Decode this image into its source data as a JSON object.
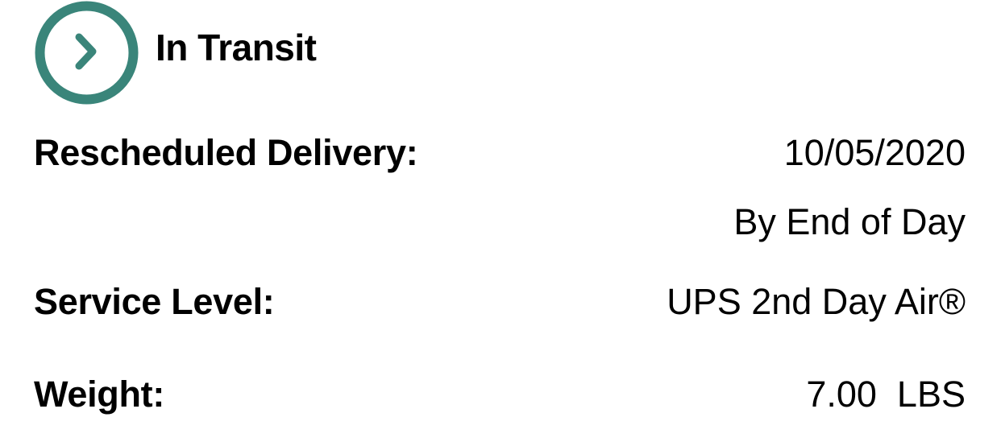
{
  "status": {
    "icon": "chevron-right-circle-icon",
    "title": "In Transit",
    "accent_color": "#3a857a"
  },
  "details": {
    "rescheduled_delivery": {
      "label": "Rescheduled Delivery:",
      "date": "10/05/2020",
      "time": "By End of Day"
    },
    "service_level": {
      "label": "Service Level:",
      "value": "UPS 2nd Day Air®"
    },
    "weight": {
      "label": "Weight:",
      "value": "7.00  LBS"
    }
  }
}
